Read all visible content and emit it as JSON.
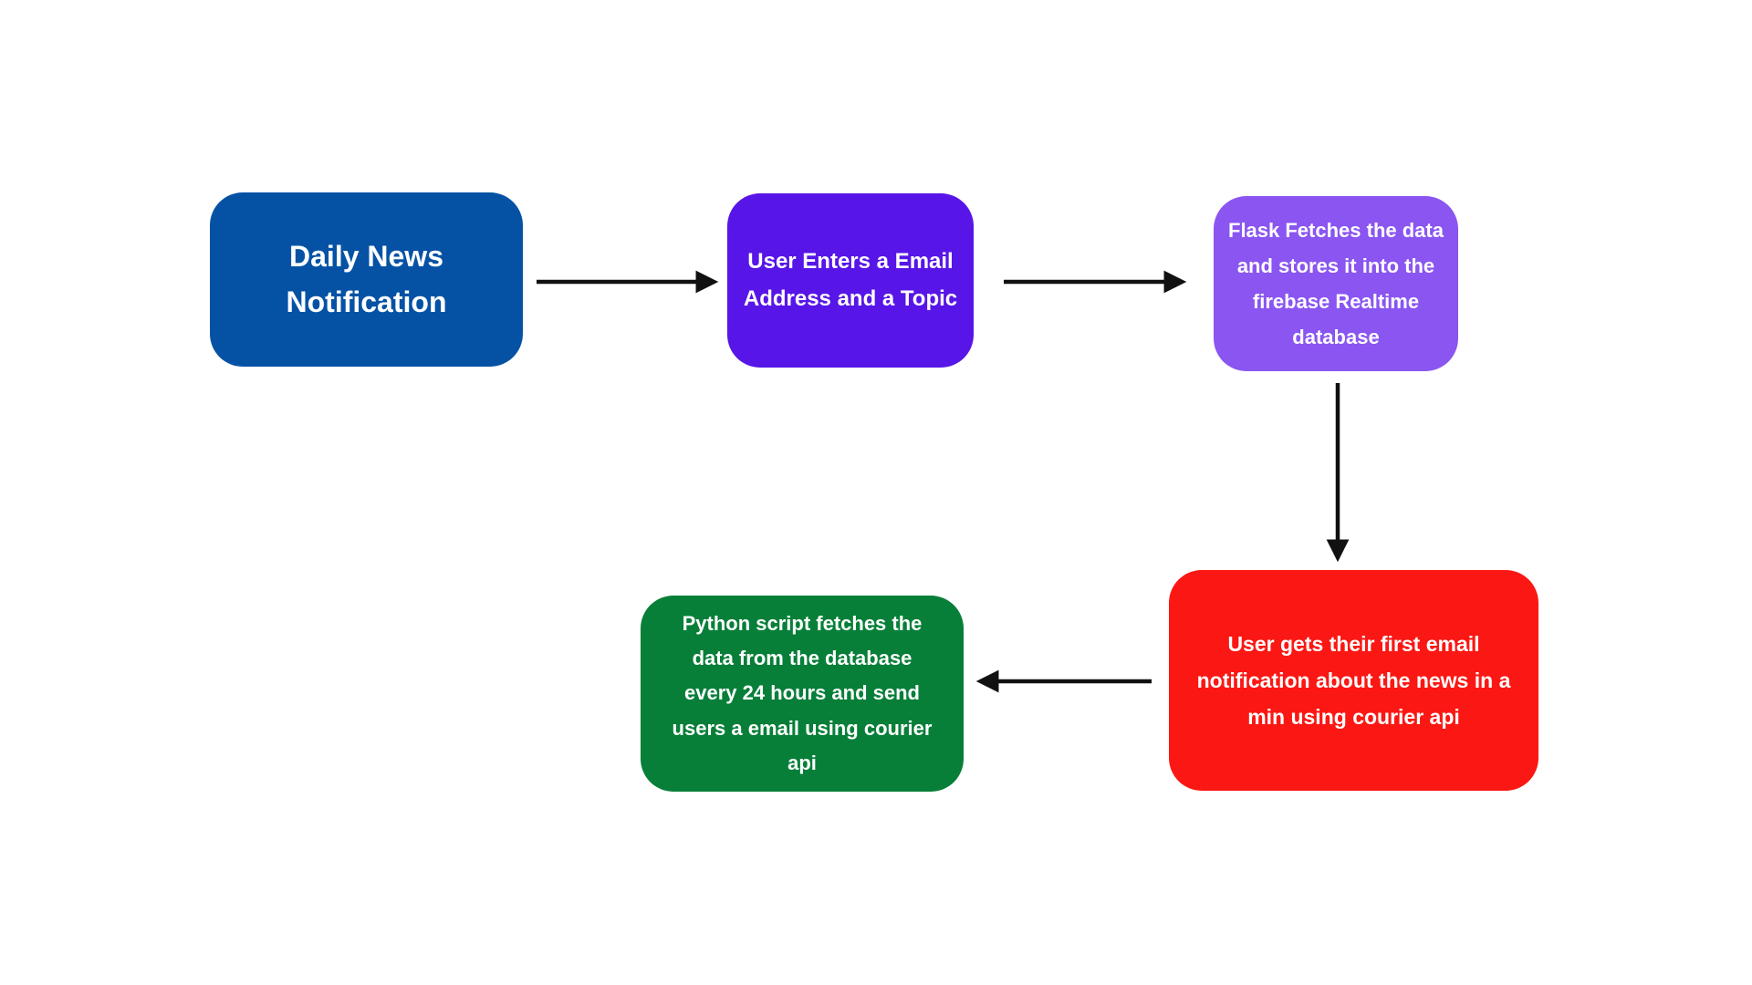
{
  "diagram": {
    "type": "flowchart",
    "background": "#ffffff",
    "arrow_color": "#111111",
    "text_color": "#ffffff",
    "nodes": [
      {
        "id": "daily-news",
        "label": "Daily News\nNotification",
        "fill": "#0552A5"
      },
      {
        "id": "user-enters",
        "label": "User Enters a Email\nAddress and a Topic",
        "fill": "#5715E8"
      },
      {
        "id": "flask-fetches",
        "label": "Flask Fetches the data\nand stores it into the\nfirebase Realtime\ndatabase",
        "fill": "#8A55F1"
      },
      {
        "id": "user-notification",
        "label": "User gets their first email\nnotification about the news in a\nmin using courier api",
        "fill": "#FB1713"
      },
      {
        "id": "python-script",
        "label": "Python script fetches the\ndata from the database\nevery 24 hours and send\nusers a email using courier\napi",
        "fill": "#077F38"
      }
    ],
    "edges": [
      {
        "from": "daily-news",
        "to": "user-enters",
        "direction": "right"
      },
      {
        "from": "user-enters",
        "to": "flask-fetches",
        "direction": "right"
      },
      {
        "from": "flask-fetches",
        "to": "user-notification",
        "direction": "down"
      },
      {
        "from": "user-notification",
        "to": "python-script",
        "direction": "left"
      }
    ]
  }
}
